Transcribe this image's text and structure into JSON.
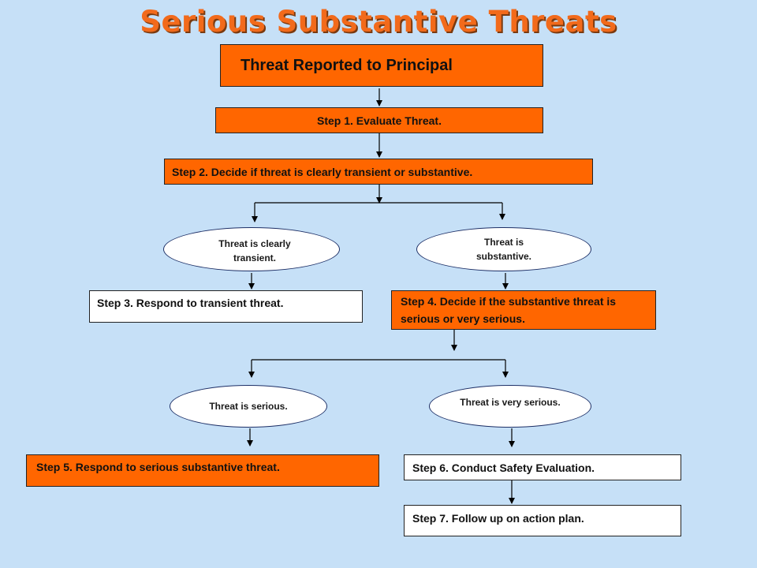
{
  "title": "Serious Substantive Threats",
  "nodes": {
    "threat_reported": "Threat Reported to Principal",
    "step1": "Step 1. Evaluate Threat.",
    "step2": "Step 2. Decide if threat is clearly transient or substantive.",
    "transient": "Threat is clearly transient.",
    "substantive": "Threat is substantive.",
    "step3": "Step 3. Respond to transient threat.",
    "step4": "Step 4. Decide if the substantive threat is serious or very serious.",
    "serious": "Threat is serious.",
    "very_serious": "Threat is very serious.",
    "step5": "Step 5. Respond to serious substantive threat.",
    "step6": "Step 6. Conduct Safety Evaluation.",
    "step7": "Step 7. Follow up on action plan."
  },
  "colors": {
    "background": "#c6e0f7",
    "title": "#f26a1b",
    "orange_box": "#ff6600",
    "white_box": "#ffffff"
  }
}
